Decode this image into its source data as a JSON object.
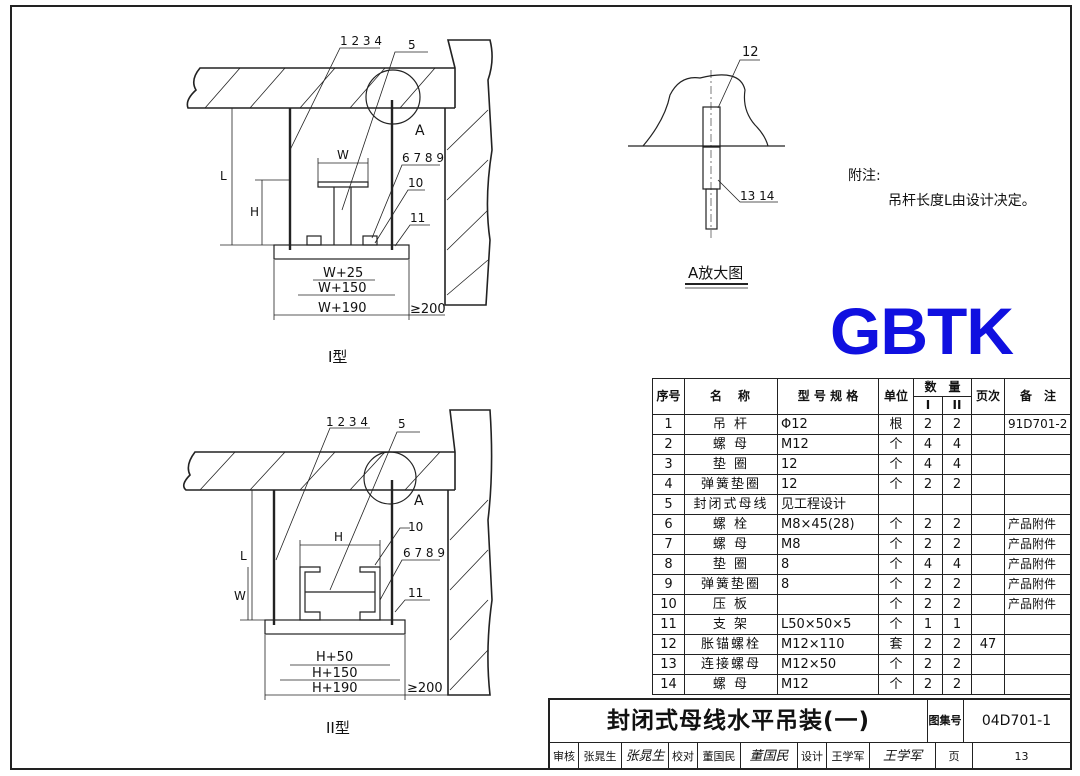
{
  "drawing": {
    "type1": {
      "caption": "I型",
      "labels": {
        "parts_a": "1 2 3 4",
        "parts_b": "5",
        "parts_c": "6 7 8 9",
        "parts_d": "10",
        "parts_e": "11",
        "circle": "A"
      },
      "dims": {
        "w": "W",
        "l": "L",
        "h": "H",
        "d1": "W+25",
        "d2": "W+150",
        "d3": "W+190",
        "wall": "≥200"
      }
    },
    "type2": {
      "caption": "II型",
      "labels": {
        "parts_a": "1 2 3 4",
        "parts_b": "5",
        "parts_c": "6 7 8 9",
        "parts_d": "10",
        "parts_e": "11",
        "circle": "A"
      },
      "dims": {
        "h": "H",
        "l": "L",
        "w": "W",
        "d1": "H+50",
        "d2": "H+150",
        "d3": "H+190",
        "wall": "≥200"
      }
    },
    "detail": {
      "caption": "A放大图",
      "labels": {
        "top": "12",
        "bottom": "13  14"
      }
    }
  },
  "notes": {
    "heading": "附注:",
    "text": "吊杆长度L由设计决定。"
  },
  "bom": {
    "headers": {
      "no": "序号",
      "name": "名　称",
      "spec": "型 号 规 格",
      "unit": "单位",
      "qty": "数　量",
      "qty1": "I",
      "qty2": "II",
      "page": "页次",
      "remark": "备　注"
    },
    "rows": [
      {
        "no": "1",
        "name": "吊 杆",
        "spec": "Φ12",
        "unit": "根",
        "q1": "2",
        "q2": "2",
        "page": "",
        "remark": "91D701-2"
      },
      {
        "no": "2",
        "name": "螺 母",
        "spec": "M12",
        "unit": "个",
        "q1": "4",
        "q2": "4",
        "page": "",
        "remark": ""
      },
      {
        "no": "3",
        "name": "垫 圈",
        "spec": "12",
        "unit": "个",
        "q1": "4",
        "q2": "4",
        "page": "",
        "remark": ""
      },
      {
        "no": "4",
        "name": "弹簧垫圈",
        "spec": "12",
        "unit": "个",
        "q1": "2",
        "q2": "2",
        "page": "",
        "remark": ""
      },
      {
        "no": "5",
        "name": "封闭式母线",
        "spec": "见工程设计",
        "unit": "",
        "q1": "",
        "q2": "",
        "page": "",
        "remark": ""
      },
      {
        "no": "6",
        "name": "螺 栓",
        "spec": "M8×45(28)",
        "unit": "个",
        "q1": "2",
        "q2": "2",
        "page": "",
        "remark": "产品附件"
      },
      {
        "no": "7",
        "name": "螺 母",
        "spec": "M8",
        "unit": "个",
        "q1": "2",
        "q2": "2",
        "page": "",
        "remark": "产品附件"
      },
      {
        "no": "8",
        "name": "垫 圈",
        "spec": "8",
        "unit": "个",
        "q1": "4",
        "q2": "4",
        "page": "",
        "remark": "产品附件"
      },
      {
        "no": "9",
        "name": "弹簧垫圈",
        "spec": "8",
        "unit": "个",
        "q1": "2",
        "q2": "2",
        "page": "",
        "remark": "产品附件"
      },
      {
        "no": "10",
        "name": "压 板",
        "spec": "",
        "unit": "个",
        "q1": "2",
        "q2": "2",
        "page": "",
        "remark": "产品附件"
      },
      {
        "no": "11",
        "name": "支 架",
        "spec": "L50×50×5",
        "unit": "个",
        "q1": "1",
        "q2": "1",
        "page": "",
        "remark": ""
      },
      {
        "no": "12",
        "name": "胀锚螺栓",
        "spec": "M12×110",
        "unit": "套",
        "q1": "2",
        "q2": "2",
        "page": "47",
        "remark": ""
      },
      {
        "no": "13",
        "name": "连接螺母",
        "spec": "M12×50",
        "unit": "个",
        "q1": "2",
        "q2": "2",
        "page": "",
        "remark": ""
      },
      {
        "no": "14",
        "name": "螺 母",
        "spec": "M12",
        "unit": "个",
        "q1": "2",
        "q2": "2",
        "page": "",
        "remark": ""
      }
    ]
  },
  "title_block": {
    "title": "封闭式母线水平吊装(一)",
    "atlas_label": "图集号",
    "atlas_no": "04D701-1",
    "review_label": "审核",
    "reviewer": "张晁生",
    "reviewer_sig": "张晁生",
    "check_label": "校对",
    "checker": "董国民",
    "checker_sig": "董国民",
    "design_label": "设计",
    "designer": "王学军",
    "designer_sig": "王学军",
    "page_label": "页",
    "page_no": "13"
  },
  "watermark": "GBTK"
}
